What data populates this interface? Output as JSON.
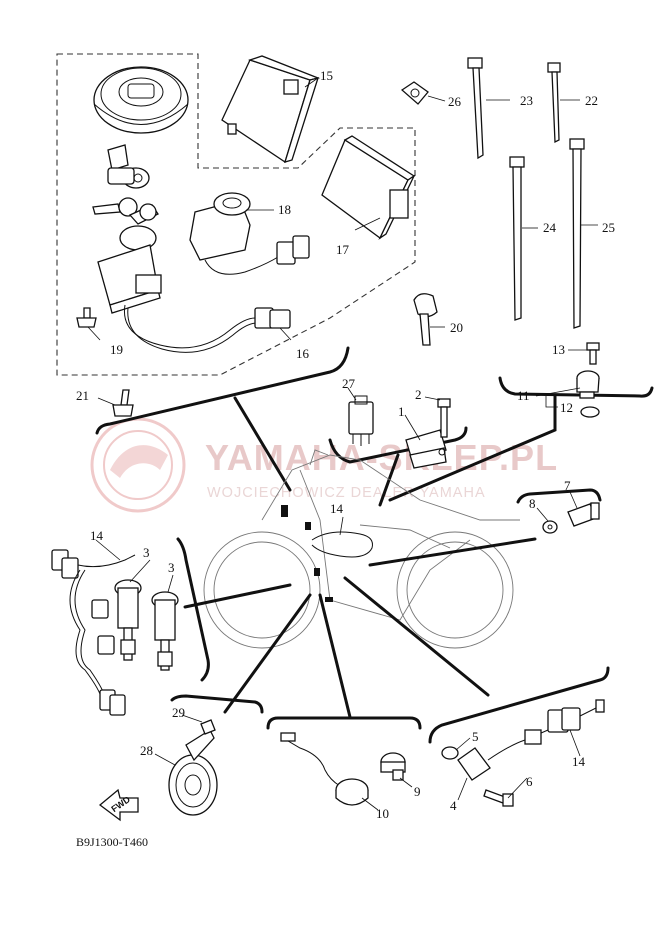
{
  "diagram": {
    "code": "B9J1300-T460",
    "fwd_label": "FWD",
    "watermark": {
      "title": "YAMAHA-SKLEP.PL",
      "subtitle": "WOJCIECHOWICZ DEALER YAMAHA"
    },
    "callouts": {
      "c1": "1",
      "c2": "2",
      "c3a": "3",
      "c3b": "3",
      "c4": "4",
      "c5": "5",
      "c6": "6",
      "c7": "7",
      "c8": "8",
      "c9": "9",
      "c10": "10",
      "c11": "11",
      "c12": "12",
      "c13": "13",
      "c14a": "14",
      "c14b": "14",
      "c14c": "14",
      "c15": "15",
      "c16": "16",
      "c17": "17",
      "c18": "18",
      "c19": "19",
      "c20": "20",
      "c21": "21",
      "c22": "22",
      "c23": "23",
      "c24": "24",
      "c25": "25",
      "c26": "26",
      "c27": "27",
      "c28": "28",
      "c29": "29"
    }
  }
}
